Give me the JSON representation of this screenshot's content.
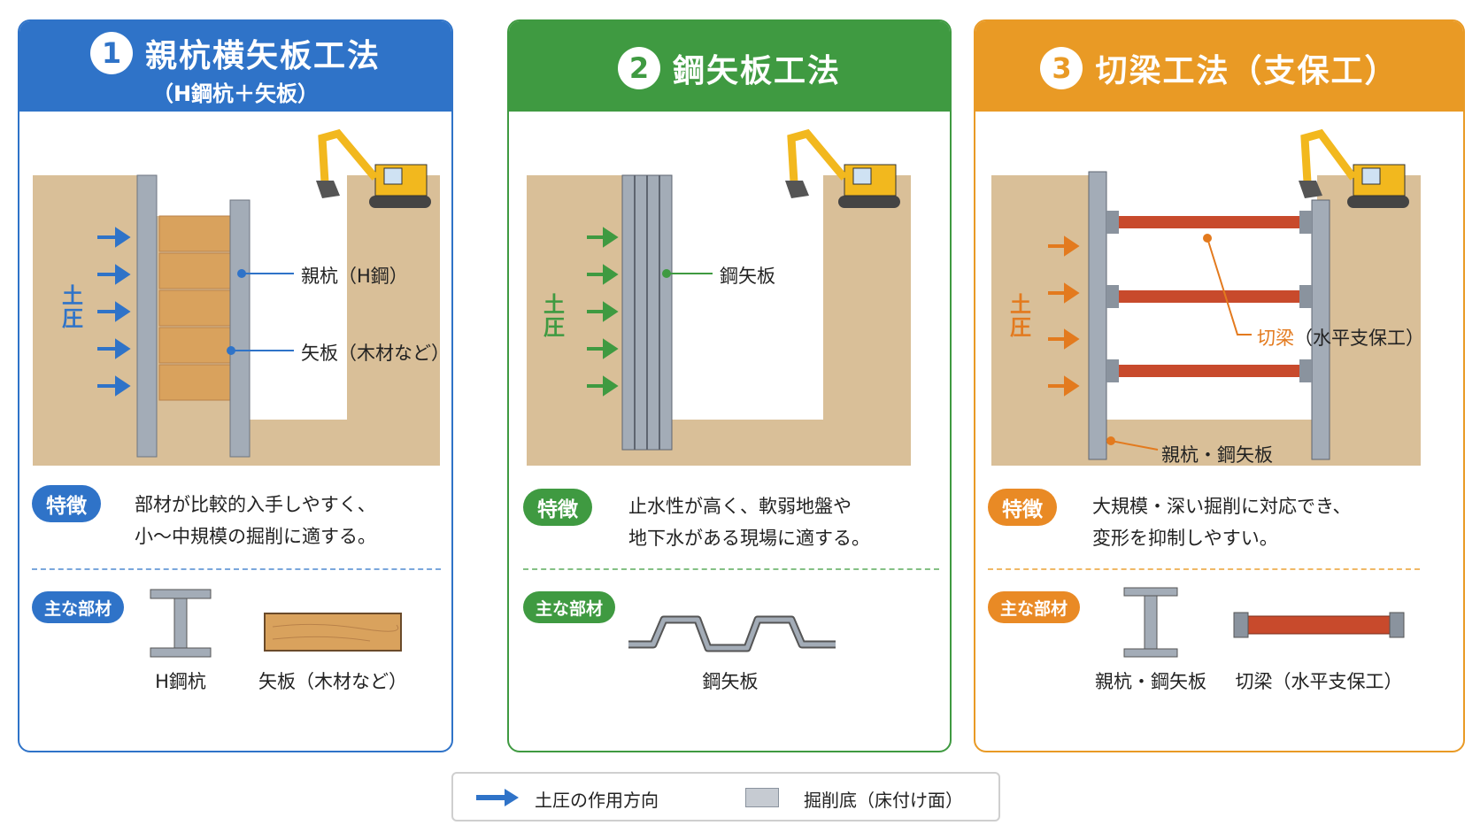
{
  "panels": [
    {
      "number": "1",
      "title": "親杭横矢板工法",
      "subtitle": "（H鋼杭＋矢板）",
      "earth_pressure": "土圧",
      "labels": [
        "親杭（H鋼）",
        "矢板（木材など）"
      ],
      "feature_badge": "特徴",
      "feature_lines": [
        "部材が比較的入手しやすく、",
        "小～中規模の掘削に適する。"
      ],
      "materials_badge": "主な部材",
      "materials": [
        "H鋼杭",
        "矢板（木材など）"
      ]
    },
    {
      "number": "2",
      "title": "鋼矢板工法",
      "earth_pressure": "土圧",
      "labels": [
        "鋼矢板"
      ],
      "feature_badge": "特徴",
      "feature_lines": [
        "止水性が高く、軟弱地盤や",
        "地下水がある現場に適する。"
      ],
      "materials_badge": "主な部材",
      "materials": [
        "鋼矢板"
      ]
    },
    {
      "number": "3",
      "title": "切梁工法（支保工）",
      "earth_pressure": "土圧",
      "labels": [
        "切梁",
        "（水平支保工）",
        "親杭・鋼矢板"
      ],
      "feature_badge": "特徴",
      "feature_lines": [
        "大規模・深い掘削に対応でき、",
        "変形を抑制しやすい。"
      ],
      "materials_badge": "主な部材",
      "materials": [
        "親杭・鋼矢板",
        "切梁（水平支保工）"
      ]
    }
  ],
  "legend": {
    "arrow_label": "土圧の作用方向",
    "bottom_label": "掘削底（床付け面）"
  },
  "colors": {
    "blue": "#2f73c8",
    "green": "#3f9a41",
    "orange": "#e99a25",
    "soil": "#d9bf98",
    "steel": "#a3acb7",
    "wood": "#d9a25d",
    "strut": "#c84a2c"
  }
}
